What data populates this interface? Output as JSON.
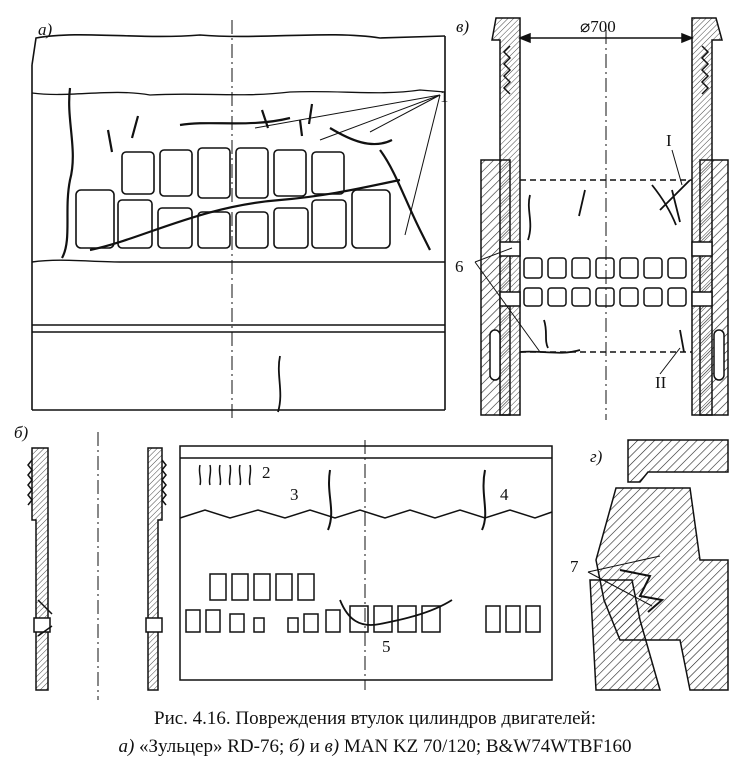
{
  "panels": {
    "a": {
      "letter": "а)"
    },
    "b": {
      "letter": "б)"
    },
    "v": {
      "letter": "в)",
      "diameter": "⌀700"
    },
    "g": {
      "letter": "г)"
    }
  },
  "callouts": {
    "n1": "1",
    "n2": "2",
    "n3": "3",
    "n4": "4",
    "n5": "5",
    "n6": "6",
    "n7": "7",
    "rI": "I",
    "rII": "II"
  },
  "caption": {
    "line1": "Рис. 4.16. Повреждения втулок цилиндров двигателей:",
    "a_letter": "а)",
    "a_text": " «Зульцер» RD-76; ",
    "b_letter": "б)",
    "and_text": " и ",
    "v_letter": "в)",
    "tail_text": " MAN KZ 70/120; B&W74WTBF160"
  }
}
